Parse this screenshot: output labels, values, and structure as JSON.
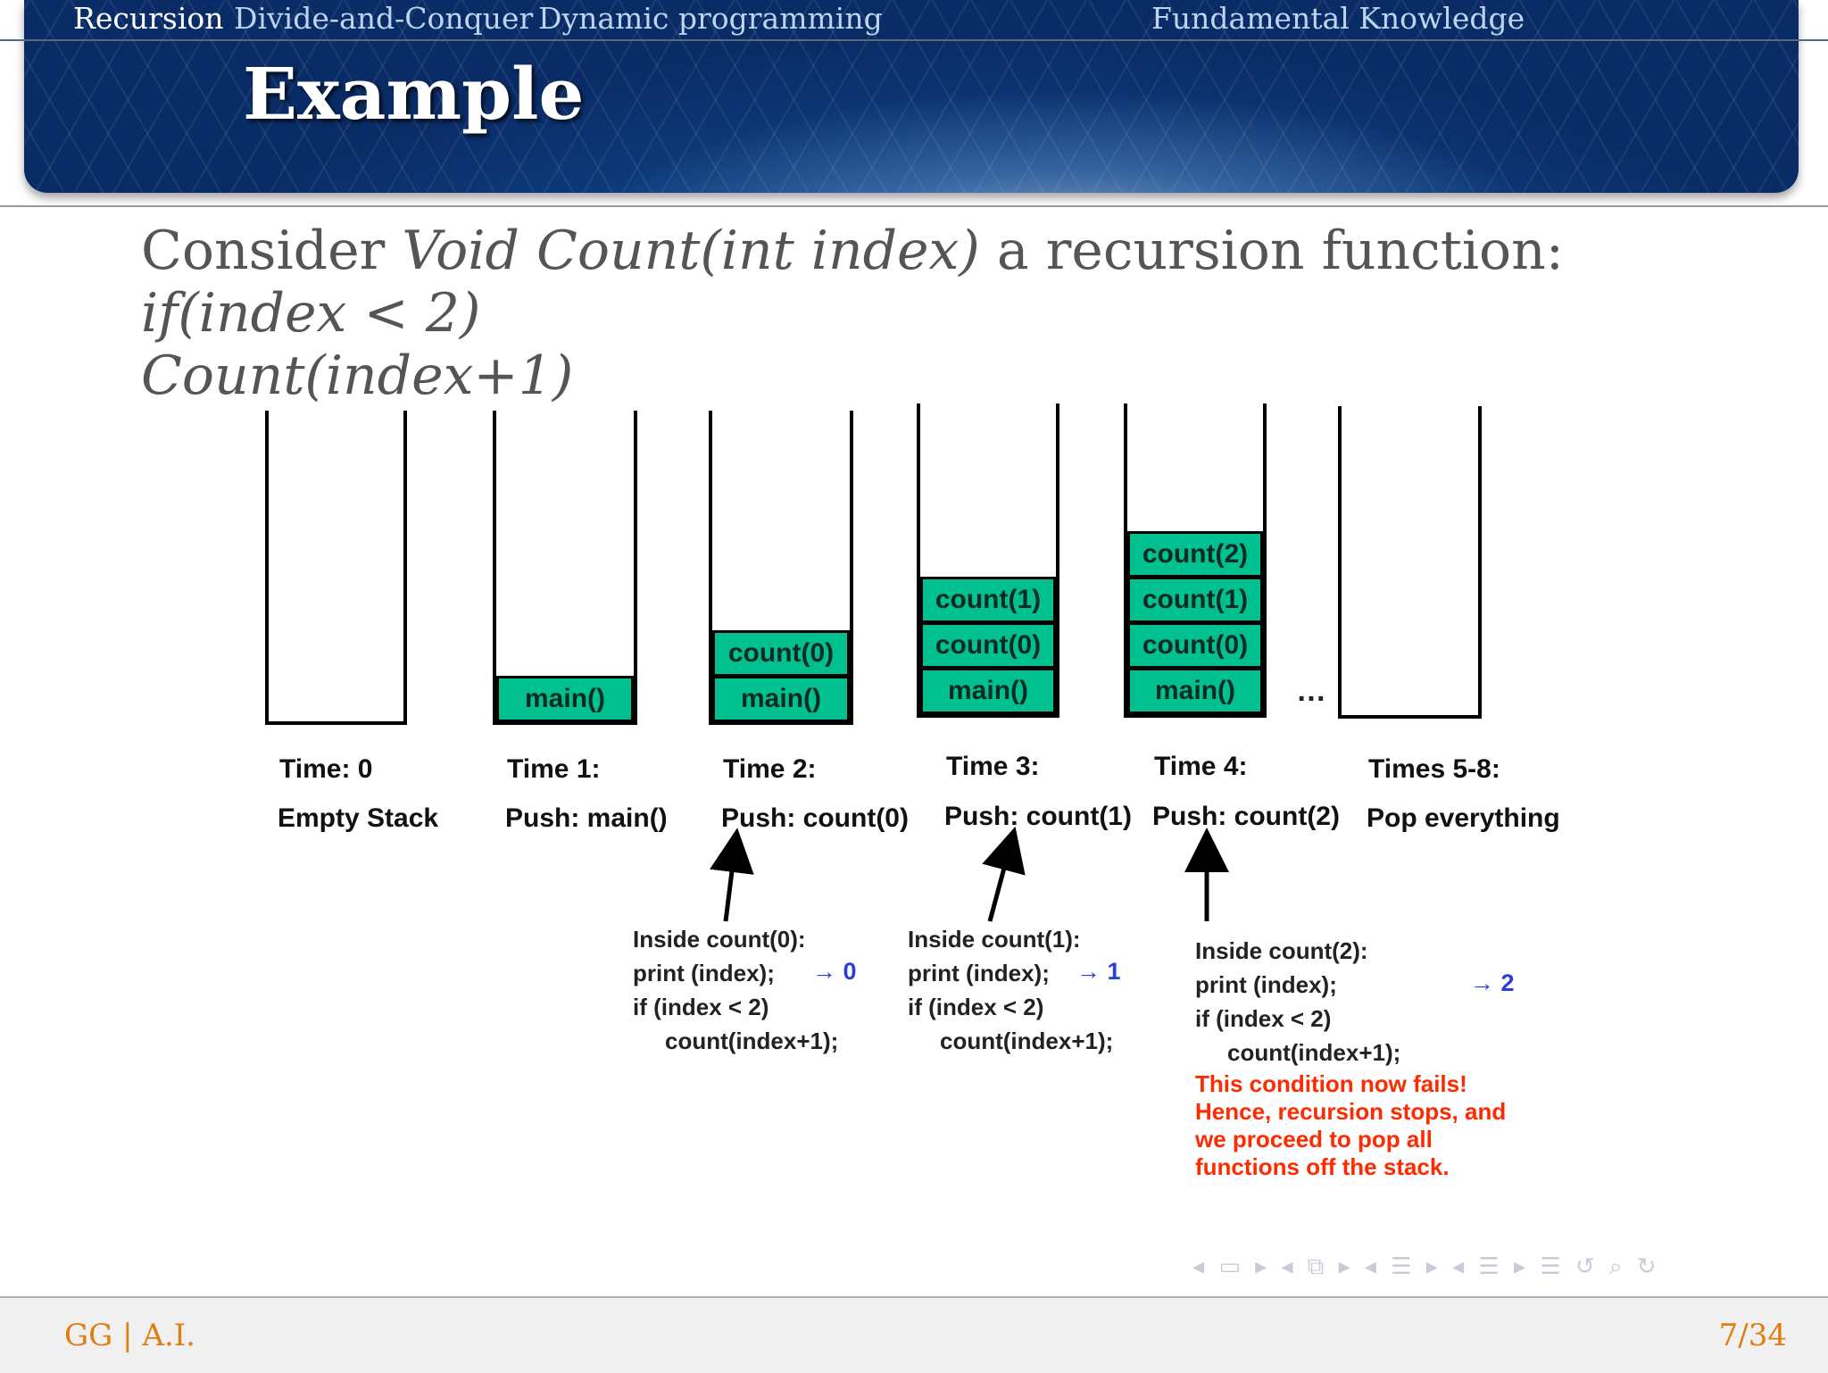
{
  "nav": {
    "items": [
      "Recursion",
      "Divide-and-Conquer",
      "Dynamic programming",
      "Fundamental Knowledge"
    ],
    "active_index": 0
  },
  "slide": {
    "title": "Example",
    "intro_prefix": "Consider ",
    "intro_func": "Void Count(int index)",
    "intro_middle": " a recursion function: ",
    "intro_cond": "if(index < 2)",
    "intro_call": "Count(index+1)"
  },
  "diagram": {
    "stacks": [
      {
        "time": "Time: 0",
        "action": "Empty Stack",
        "frames": []
      },
      {
        "time": "Time 1:",
        "action": "Push:  main()",
        "frames": [
          "main()"
        ]
      },
      {
        "time": "Time 2:",
        "action": "Push:  count(0)",
        "frames": [
          "count(0)",
          "main()"
        ]
      },
      {
        "time": "Time 3:",
        "action": "Push:  count(1)",
        "frames": [
          "count(1)",
          "count(0)",
          "main()"
        ]
      },
      {
        "time": "Time 4:",
        "action": "Push:  count(2)",
        "frames": [
          "count(2)",
          "count(1)",
          "count(0)",
          "main()"
        ]
      },
      {
        "time": "Times 5-8:",
        "action": "Pop everything",
        "frames": []
      }
    ],
    "ellipsis": "…",
    "notes": [
      {
        "header": "Inside count(0):",
        "print": "print (index);",
        "if": "if (index < 2)",
        "call": "count(index+1);",
        "output": "→ 0"
      },
      {
        "header": "Inside count(1):",
        "print": "print (index);",
        "if": "if (index < 2)",
        "call": "count(index+1);",
        "output": "→ 1"
      },
      {
        "header": "Inside count(2):",
        "print": "print (index);",
        "if": "if (index < 2)",
        "call": "count(index+1);",
        "output": "→ 2"
      }
    ],
    "fail_note": [
      "This condition now fails!",
      "Hence, recursion stops, and",
      "we proceed to pop all",
      "functions off the stack."
    ],
    "frame_color": "#00c08f"
  },
  "footer": {
    "left": "GG | A.I.",
    "page": "7/34",
    "nav_symbols": "◂ ▭ ▸ ◂ ⧉ ▸ ◂ ☰ ▸ ◂ ☰ ▸   ☰   ↺ ⌕ ↻"
  }
}
